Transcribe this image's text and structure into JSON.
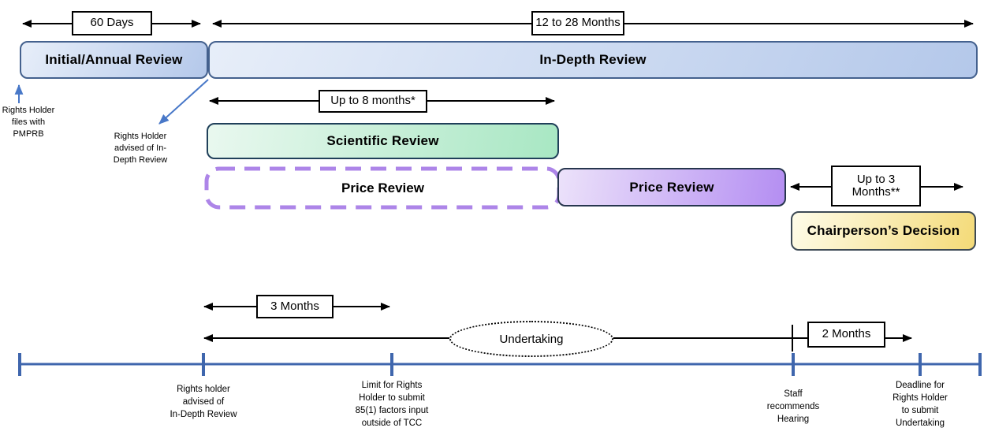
{
  "top": {
    "duration_60_days": "60 Days",
    "duration_12_28_months": "12 to 28 Months",
    "initial_annual_review": "Initial/Annual Review",
    "in_depth_review": "In-Depth Review",
    "files_note": "Rights Holder\nfiles with\nPMPRB",
    "advised_note": "Rights Holder\nadvised of In-\nDepth Review"
  },
  "middle": {
    "duration_up_to_8_months": "Up to 8 months*",
    "scientific_review": "Scientific Review",
    "price_review_dashed": "Price Review",
    "price_review_solid": "Price Review",
    "duration_up_to_3_months": "Up to 3\nMonths**",
    "chairperson_decision": "Chairperson’s Decision"
  },
  "bottom": {
    "duration_3_months": "3 Months",
    "undertaking": "Undertaking",
    "duration_2_months": "2 Months",
    "milestones": [
      {
        "label": "Rights holder\nadvised of\nIn-Depth Review"
      },
      {
        "label": "Limit for Rights\nHolder to submit\n85(1) factors input\noutside of TCC"
      },
      {
        "label": "Staff\nrecommends\nHearing"
      },
      {
        "label": "Deadline for\nRights Holder\nto submit\nUndertaking"
      }
    ]
  },
  "colors": {
    "blue_box_start": "#e7eef9",
    "blue_box_end": "#b4c8ea",
    "blue_box_border": "#44618e",
    "green_box_start": "#e9f8ef",
    "green_box_end": "#a8e7c3",
    "green_box_border": "#20405a",
    "purple_box_start": "#ece2fa",
    "purple_box_end": "#b48ef2",
    "purple_box_border": "#27364e",
    "yellow_box_start": "#fefce9",
    "yellow_box_end": "#f4da77",
    "yellow_box_border": "#3d4a55",
    "dashed_border": "#ad85e8",
    "annotation_arrow": "#4878c8",
    "timeline": "#3f66ad",
    "measure_arrow": "#000000"
  }
}
